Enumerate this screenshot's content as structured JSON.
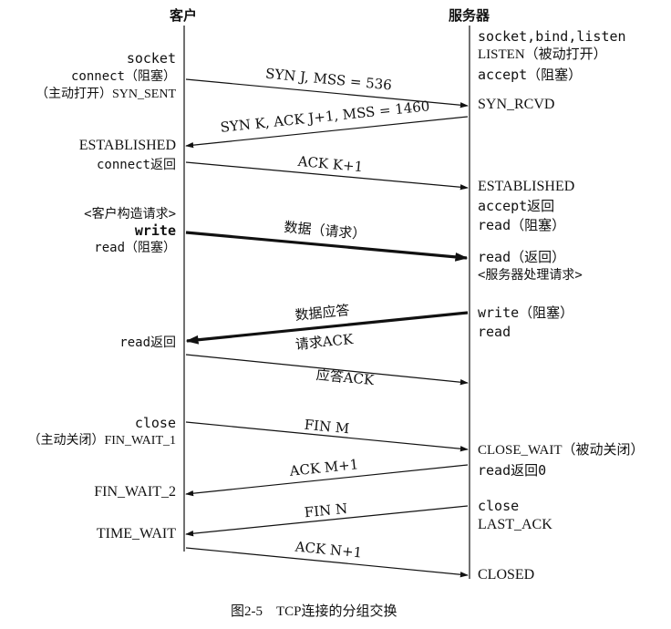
{
  "client": {
    "header": "客户",
    "socket": "socket",
    "connect_blocked": "connect（阻塞）",
    "active_open": "（主动打开）SYN_SENT",
    "established": "ESTABLISHED",
    "connect_return": "connect返回",
    "builds_request": "<客户构造请求>",
    "write": "write",
    "read_blocked": "read（阻塞）",
    "read_return": "read返回",
    "close": "close",
    "active_close": "（主动关闭）FIN_WAIT_1",
    "fin_wait_2": "FIN_WAIT_2",
    "time_wait": "TIME_WAIT"
  },
  "server": {
    "header": "服务器",
    "socket_bind_listen": "socket,bind,listen",
    "listen_passive": "LISTEN（被动打开）",
    "accept_blocked": "accept（阻塞）",
    "syn_rcvd": "SYN_RCVD",
    "established": "ESTABLISHED",
    "accept_return": "accept返回",
    "read_blocked": "read（阻塞）",
    "read_return": "read（返回）",
    "processes_request": "<服务器处理请求>",
    "write_blocked": "write（阻塞）",
    "read": "read",
    "close_wait": "CLOSE_WAIT（被动关闭）",
    "read_return_0": "read返回0",
    "close": "close",
    "last_ack": "LAST_ACK",
    "closed": "CLOSED"
  },
  "messages": [
    {
      "label": "SYN J, MSS = 536"
    },
    {
      "label": "SYN K, ACK J+1, MSS = 1460"
    },
    {
      "label": "ACK K+1"
    },
    {
      "label": "数据（请求）"
    },
    {
      "label": "数据应答"
    },
    {
      "label": "请求ACK"
    },
    {
      "label": "应答ACK"
    },
    {
      "label": "FIN M"
    },
    {
      "label": "ACK M+1"
    },
    {
      "label": "FIN N"
    },
    {
      "label": "ACK N+1"
    }
  ],
  "caption": "图2-5　TCP连接的分组交换"
}
